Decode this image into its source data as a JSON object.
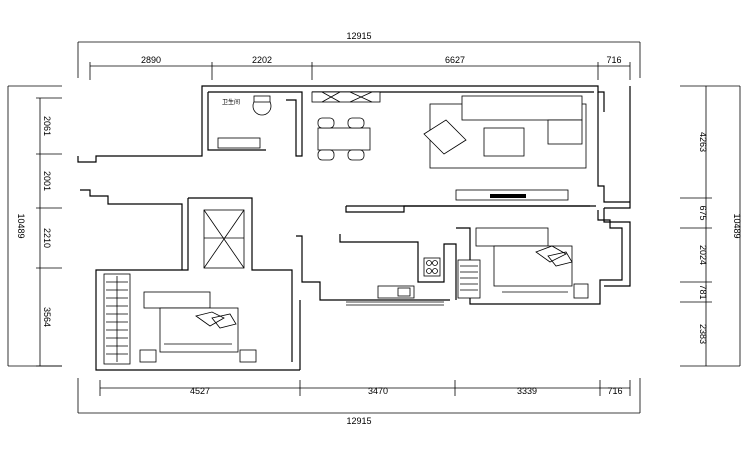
{
  "dimensions": {
    "top_total": "12915",
    "top_segments": [
      "2890",
      "2202",
      "6627",
      "716"
    ],
    "bottom_total": "12915",
    "bottom_segments": [
      "4527",
      "3470",
      "3339",
      "716"
    ],
    "left_total": "10489",
    "left_segments": [
      "2061",
      "2001",
      "2210",
      "3564"
    ],
    "right_total": "10489",
    "right_segments": [
      "4263",
      "675",
      "2024",
      "781",
      "2383"
    ]
  },
  "labels": {
    "bathroom": "卫生间"
  }
}
